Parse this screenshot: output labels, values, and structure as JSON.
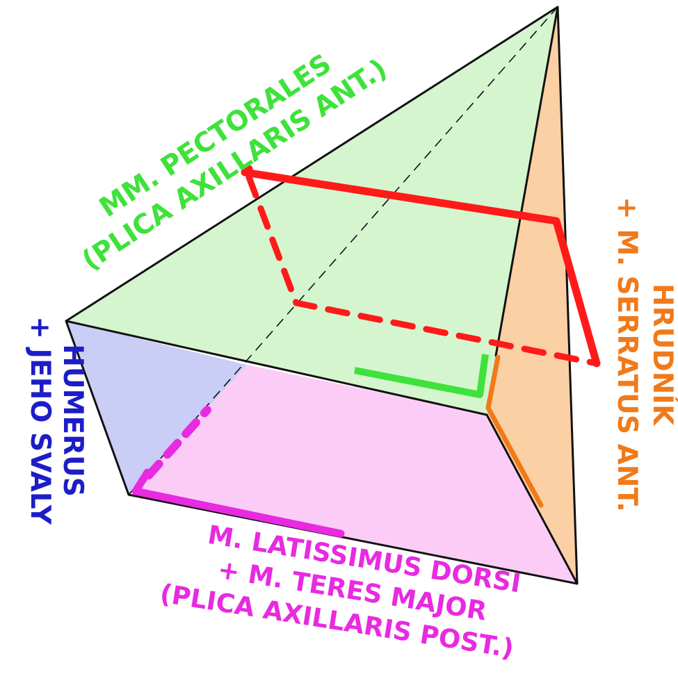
{
  "labels": {
    "pectorales_line1": "MM. PECTORALES",
    "pectorales_line2": "(PLICA AXILLARIS ANT.)",
    "hrudnik_line1": "HRUDNÍK",
    "hrudnik_line2": "+ M. SERRATUS ANT.",
    "humerus_line1": "HUMERUS",
    "humerus_line2": "+ JEHO SVALY",
    "latissimus_line1": "M. LATISSIMUS DORSI",
    "latissimus_line2": "+ M. TERES MAJOR",
    "latissimus_line3": "(PLICA AXILLARIS POST.)"
  },
  "colors": {
    "anterior_wall_fill": "#d5f5cf",
    "medial_wall_fill": "#fbd0a4",
    "lateral_wall_fill": "#cacdf6",
    "posterior_wall_fill": "#fbcdf6",
    "pectorales": "#3ee23a",
    "hrudnik": "#f07a1a",
    "humerus": "#1d1dc8",
    "latissimus": "#e82ae0",
    "section_line": "#ff1a1a",
    "outline": "#111111"
  }
}
